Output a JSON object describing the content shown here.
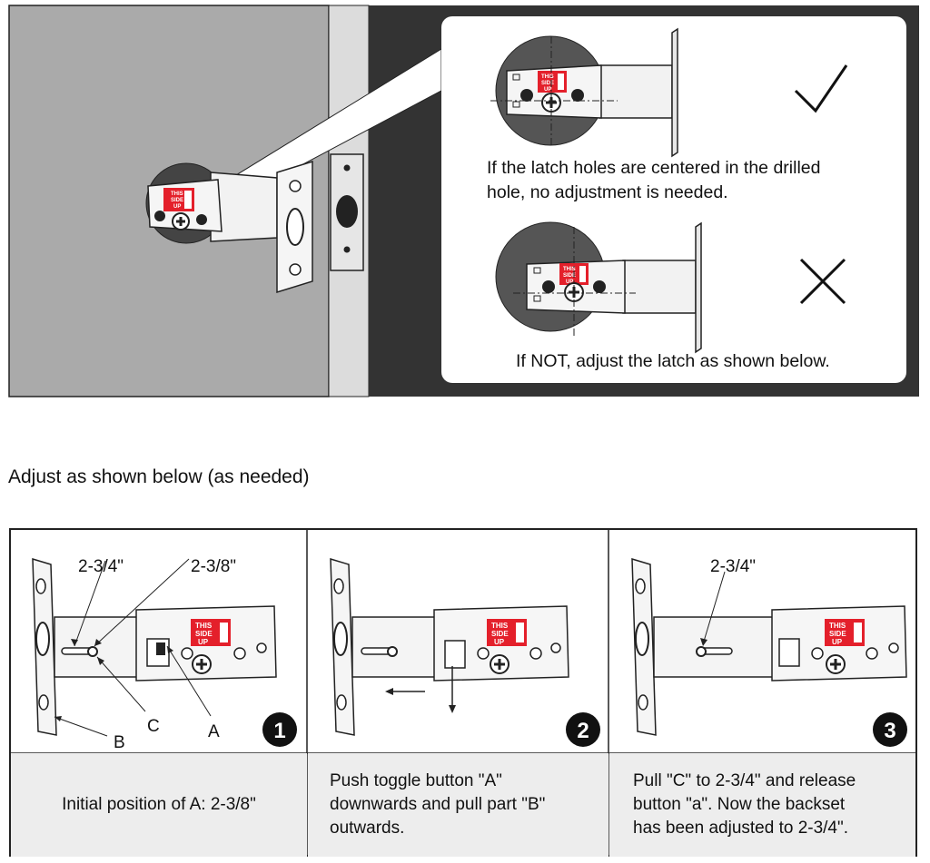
{
  "top_figure": {
    "sticker": [
      "THIS",
      "SIDE",
      "UP"
    ],
    "correct_caption": "If the latch holes are centered in the drilled hole, no adjustment is needed.",
    "correct_caption_lines": [
      "If the latch holes are centered in the drilled",
      "hole, no adjustment is needed."
    ],
    "incorrect_caption": "If NOT, adjust the latch as shown below.",
    "correct_mark": "check",
    "incorrect_mark": "cross"
  },
  "heading": "Adjust as shown below (as needed)",
  "steps": [
    {
      "number": "1",
      "labels": {
        "pos_a": "2-3/4\"",
        "pos_b": "2-3/8\"",
        "c": "C",
        "a": "A",
        "b": "B"
      },
      "caption_lines": [
        "Initial position of A: 2-3/8\""
      ]
    },
    {
      "number": "2",
      "caption_lines": [
        "Push toggle button \"A\"",
        "downwards and pull part \"B\"",
        "outwards."
      ]
    },
    {
      "number": "3",
      "labels": {
        "pos": "2-3/4\""
      },
      "caption_lines": [
        "Pull \"C\" to 2-3/4\" and release",
        "button \"a\". Now the backset",
        "has been adjusted to 2-3/4\"."
      ]
    }
  ],
  "colors": {
    "door": "#aaaaaa",
    "edge": "#dcdcdc",
    "frame": "#333333",
    "sticker": "#e4202b",
    "caption_bg": "#ededed"
  }
}
